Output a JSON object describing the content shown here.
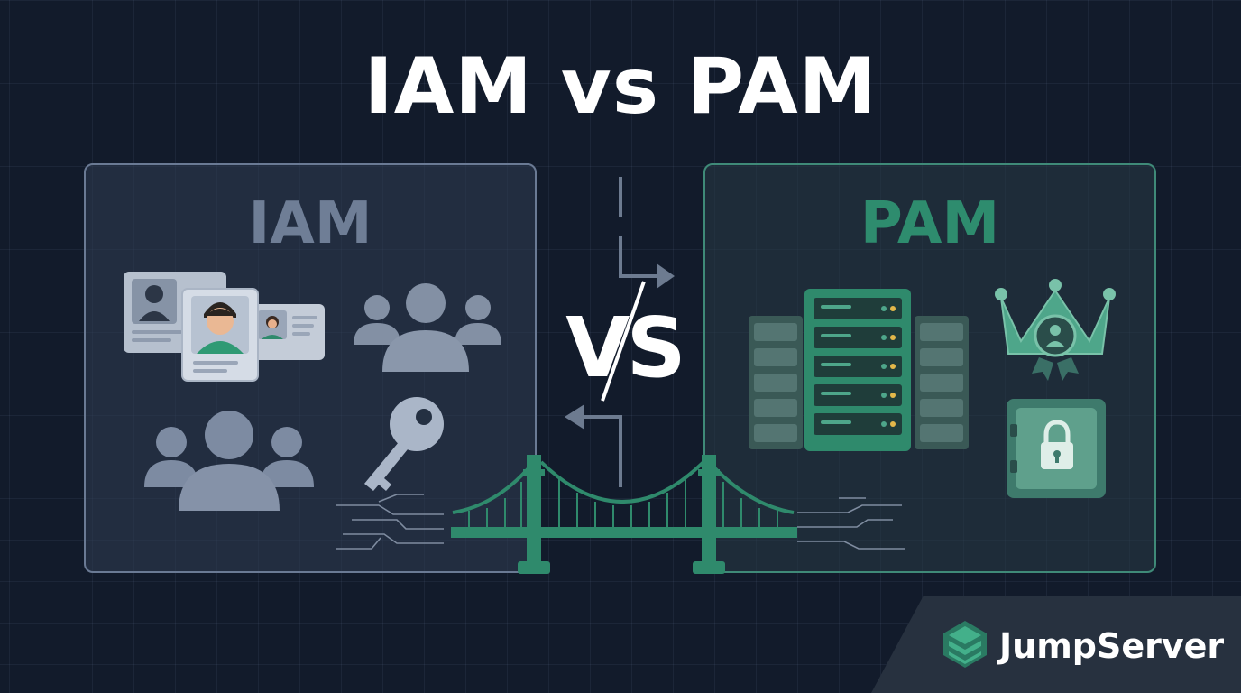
{
  "title": "IAM vs PAM",
  "left_panel": {
    "label": "IAM"
  },
  "right_panel": {
    "label": "PAM"
  },
  "center": {
    "vs_label": "VS"
  },
  "brand": {
    "name": "JumpServer"
  },
  "icons": {
    "left": [
      "id-card-icon",
      "user-portrait-card-icon",
      "id-card-icon",
      "user-group-icon",
      "user-group-icon",
      "key-icon"
    ],
    "right": [
      "server-rack-icon",
      "crown-icon",
      "badge-icon",
      "safe-icon",
      "lock-icon"
    ],
    "center": [
      "bridge-icon",
      "arrow-right-icon",
      "arrow-left-icon"
    ],
    "brand": "jumpserver-logo-icon"
  },
  "colors": {
    "background": "#121b2b",
    "iam_accent": "#6f7e96",
    "pam_accent": "#2e8c6e",
    "bridge": "#2f8a6c",
    "text": "#ffffff"
  }
}
